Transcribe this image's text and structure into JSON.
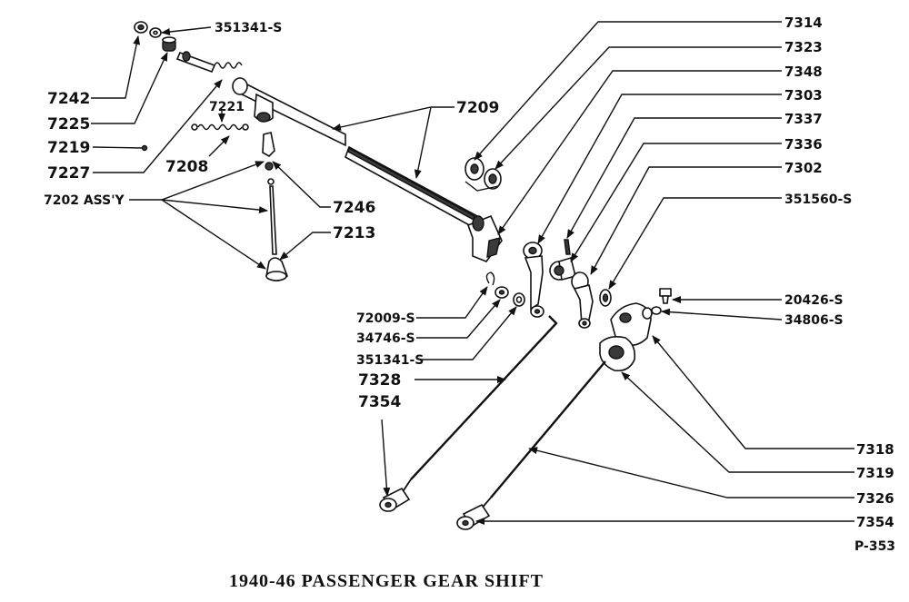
{
  "title": "1940-46 PASSENGER GEAR SHIFT",
  "page_code": "P-353",
  "colors": {
    "ink": "#111111",
    "paper": "#ffffff",
    "shade": "#3a3a3a"
  },
  "labels": {
    "l_351341s_top": "351341-S",
    "l_7242": "7242",
    "l_7225": "7225",
    "l_7219": "7219",
    "l_7227": "7227",
    "l_7221": "7221",
    "l_7208": "7208",
    "l_7202": "7202 ASS'Y",
    "l_7246": "7246",
    "l_7213": "7213",
    "l_7209": "7209",
    "l_7314": "7314",
    "l_7323": "7323",
    "l_7348": "7348",
    "l_7303": "7303",
    "l_7337": "7337",
    "l_7336": "7336",
    "l_7302": "7302",
    "l_351560s": "351560-S",
    "l_20426s": "20426-S",
    "l_34806s": "34806-S",
    "l_72009s": "72009-S",
    "l_34746s": "34746-S",
    "l_351341s_mid": "351341-S",
    "l_7328": "7328",
    "l_7354_left": "7354",
    "l_7318": "7318",
    "l_7319": "7319",
    "l_7326": "7326",
    "l_7354_right": "7354"
  }
}
